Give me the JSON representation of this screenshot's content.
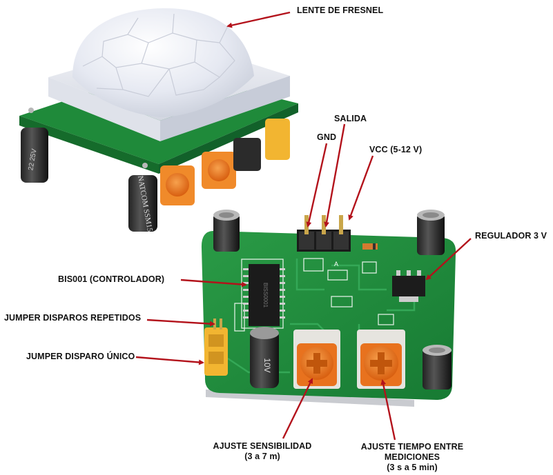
{
  "labels": {
    "fresnel": "LENTE DE FRESNEL",
    "salida": "SALIDA",
    "gnd": "GND",
    "vcc": "VCC (5-12 V)",
    "regulador": "REGULADOR 3 V",
    "controlador": "BIS001 (CONTROLADOR)",
    "jumper_repetidos": "JUMPER DISPAROS REPETIDOS",
    "jumper_unico": "JUMPER DISPARO ÚNICO",
    "sensibilidad_1": "AJUSTE SENSIBILIDAD",
    "sensibilidad_2": "(3 a 7 m)",
    "tiempo_1": "AJUSTE TIEMPO ENTRE",
    "tiempo_2": "MEDICIONES",
    "tiempo_3": "(3 s a 5 min)"
  },
  "components": {
    "cap_left_text": "22 25V",
    "natcom_text": "NATCOM SSM15",
    "ic_text": "BISS0001",
    "cap_front_text": "10V",
    "pin_a": "A"
  },
  "colors": {
    "arrow": "#b3121b",
    "pcb": "#1f8a3a",
    "pcb_dark": "#156b2b",
    "pot": "#e8721e",
    "lens": "#e9ecf4"
  }
}
